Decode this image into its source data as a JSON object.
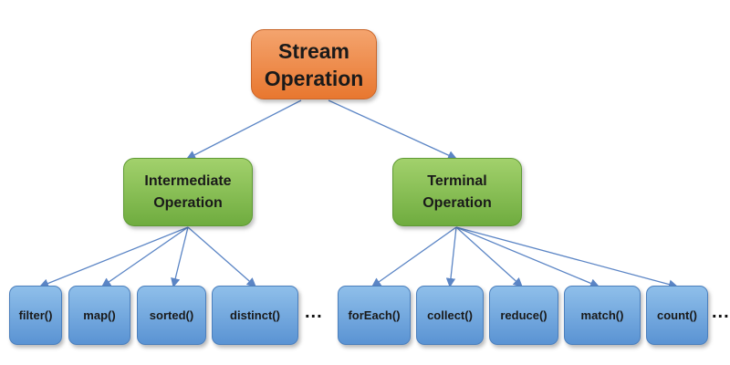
{
  "root": {
    "line1": "Stream",
    "line2": "Operation"
  },
  "intermediate": {
    "line1": "Intermediate",
    "line2": "Operation",
    "children": [
      "filter()",
      "map()",
      "sorted()",
      "distinct()"
    ],
    "ellipsis": "..."
  },
  "terminal": {
    "line1": "Terminal",
    "line2": "Operation",
    "children": [
      "forEach()",
      "collect()",
      "reduce()",
      "match()",
      "count()"
    ],
    "ellipsis": "..."
  },
  "colors": {
    "root": "#e8772f",
    "intermediate": "#6fac3f",
    "leaf": "#5a93d3",
    "connector": "#5b85c5"
  }
}
